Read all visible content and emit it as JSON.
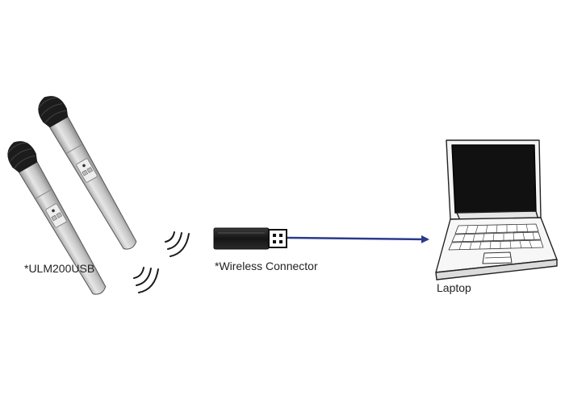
{
  "labels": {
    "microphones": "*ULM200USB",
    "connector": "*Wireless Connector",
    "laptop": "Laptop"
  },
  "colors": {
    "arrow": "#2b3a8c",
    "mic_body": "#c9c9c9",
    "mic_grille": "#1c1c1c",
    "usb_body": "#1e1e1e",
    "laptop_screen": "#111111",
    "outline": "#333333",
    "background": "#ffffff"
  },
  "icons": {
    "microphones": "handheld-wireless-microphone-icon",
    "connector": "usb-wireless-dongle-icon",
    "laptop": "laptop-icon",
    "signal": "wireless-signal-waves-icon",
    "link": "arrow-right-icon"
  }
}
